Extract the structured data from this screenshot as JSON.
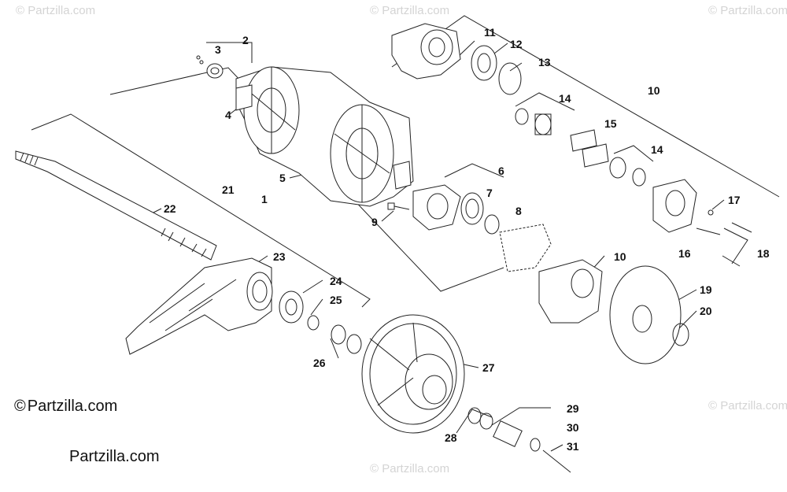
{
  "watermarks": [
    "© Partzilla.com",
    "© Partzilla.com",
    "© Partzilla.com",
    "© Partzilla.com",
    "© Partzilla.com"
  ],
  "copyright": {
    "symbol": "©",
    "line1": "Partzilla.com",
    "line2": "Partzilla.com"
  },
  "callouts": [
    "2",
    "3",
    "4",
    "5",
    "1",
    "21",
    "22",
    "6",
    "7",
    "8",
    "9",
    "11",
    "12",
    "13",
    "10",
    "14",
    "15",
    "14",
    "17",
    "18",
    "16",
    "10",
    "19",
    "20",
    "23",
    "24",
    "25",
    "26",
    "27",
    "29",
    "30",
    "31",
    "28"
  ]
}
